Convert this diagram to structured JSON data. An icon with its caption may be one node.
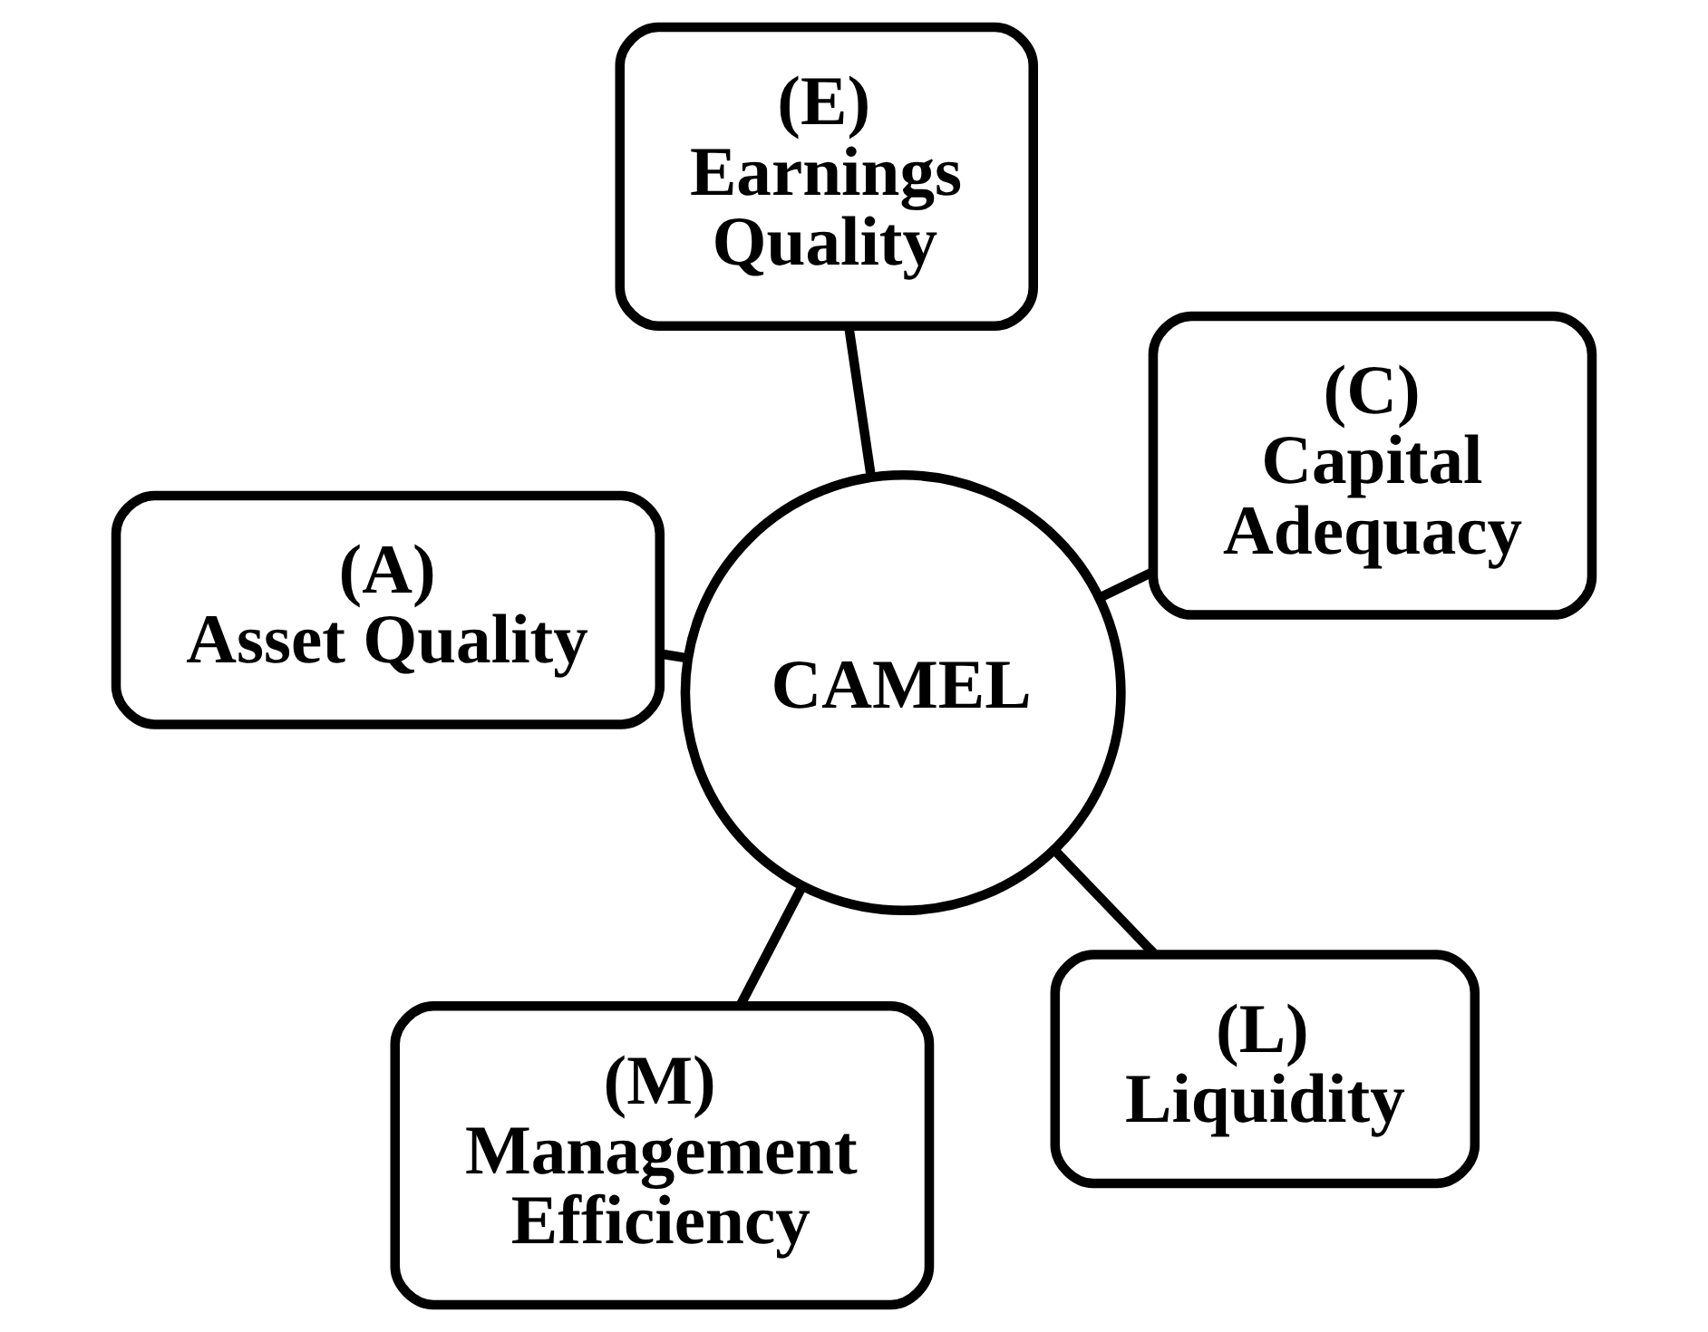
{
  "diagram": {
    "nodes": [
      {
        "text": [
          "(C)",
          "Capital Adequacy"
        ]
      },
      {
        "text": [
          "(L)",
          "Liquidity"
        ]
      },
      {
        "text": [
          "CAMEL"
        ]
      },
      {
        "text": [
          "(A)",
          "Asset Quality"
        ]
      },
      {
        "text": [
          "(E)",
          "Earnings Quality"
        ]
      },
      {
        "text": [
          "(M)",
          "Management Efficiency"
        ]
      }
    ],
    "edges": [
      {
        "from": 2,
        "to": 0,
        "arrow": "none"
      },
      {
        "from": 2,
        "to": 3,
        "arrow": "none"
      },
      {
        "from": 2,
        "to": 5,
        "arrow": "none"
      },
      {
        "from": 2,
        "to": 4,
        "arrow": "none"
      },
      {
        "from": 2,
        "to": 1,
        "arrow": "none"
      }
    ]
  }
}
